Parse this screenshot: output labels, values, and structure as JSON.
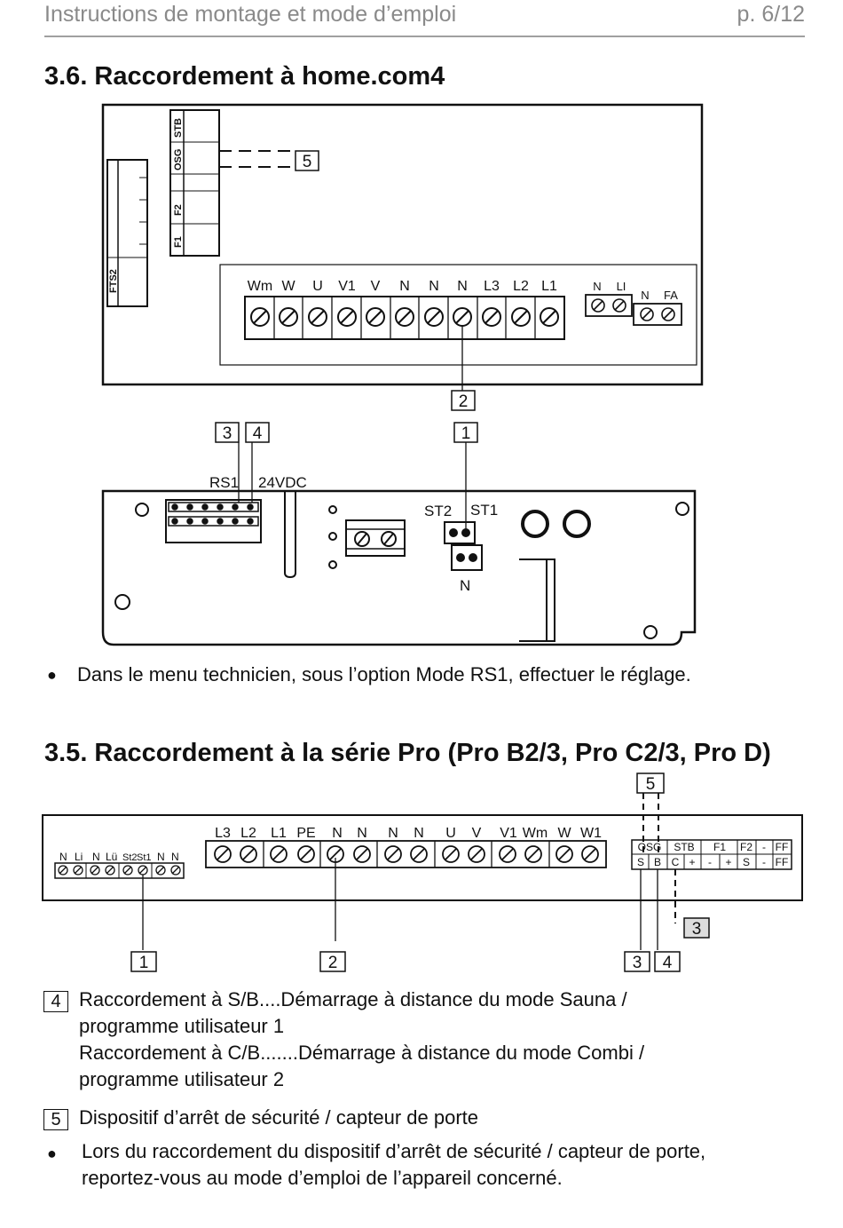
{
  "header": {
    "title": "Instructions de montage et mode d’emploi",
    "page": "p. 6/12"
  },
  "section_a": {
    "heading": "3.6.  Raccordement à home.com4",
    "diagram": {
      "top_board": {
        "fuse_labels": [
          "STB",
          "OSG",
          "F2",
          "F1"
        ],
        "fts_label": "FTS2",
        "terminal_labels": [
          "Wm",
          "W",
          "U",
          "V1",
          "V",
          "N",
          "N",
          "N",
          "L3",
          "L2",
          "L1"
        ],
        "small_block_1": [
          "N",
          "LI"
        ],
        "small_block_2": [
          "N",
          "FA"
        ]
      },
      "bottom_board": {
        "rs1_label": "RS1",
        "vdc_label": "24VDC",
        "st2_label": "ST2",
        "st1_label": "ST1",
        "n_label": "N"
      },
      "callouts": [
        "5",
        "2",
        "3",
        "4",
        "1"
      ]
    },
    "bullet": "Dans le menu technicien, sous l’option Mode RS1, effectuer le réglage."
  },
  "section_b": {
    "heading": "3.5.  Raccordement à la série Pro (Pro B2/3, Pro C2/3, Pro D)",
    "diagram": {
      "left_block_labels": [
        "N",
        "Li",
        "N",
        "Lü",
        "St2",
        "St1",
        "N",
        "N"
      ],
      "main_terminal_labels": [
        "L3",
        "L2",
        "L1",
        "PE",
        "N",
        "N",
        "N",
        "N",
        "U",
        "V",
        "V1",
        "Wm",
        "W",
        "W1"
      ],
      "right_top_labels": [
        "OSG",
        "STB",
        "F1",
        "F2",
        "-",
        "FF"
      ],
      "right_bottom_labels": [
        "S",
        "B",
        "C",
        "+",
        "-",
        "+",
        "S",
        "-",
        "FF"
      ],
      "callouts": [
        "5",
        "3",
        "1",
        "2",
        "3",
        "4"
      ]
    },
    "legend": [
      {
        "num": "4",
        "lines": [
          "Raccordement à S/B....Démarrage à distance du mode Sauna /",
          "programme utilisateur 1",
          "Raccordement à C/B.......Démarrage à distance du mode Combi /",
          "programme utilisateur 2"
        ]
      },
      {
        "num": "5",
        "lines": [
          "Dispositif d’arrêt de sécurité / capteur de porte"
        ]
      }
    ],
    "bullet_lines": [
      "Lors du raccordement du dispositif d’arrêt de sécurité / capteur de porte,",
      "reportez-vous au mode d’emploi de l’appareil concerné."
    ]
  }
}
